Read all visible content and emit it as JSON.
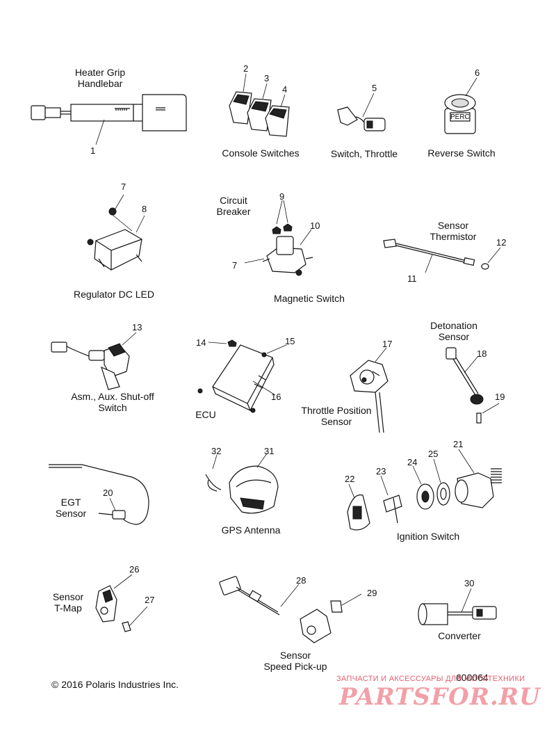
{
  "labels": {
    "heater_grip": [
      "Heater Grip",
      "Handlebar"
    ],
    "console_switches": "Console Switches",
    "switch_throttle": "Switch, Throttle",
    "reverse_switch": "Reverse Switch",
    "circuit_breaker": [
      "Circuit",
      "Breaker"
    ],
    "regulator": "Regulator DC LED",
    "magnetic_switch": "Magnetic Switch",
    "sensor_thermistor": [
      "Sensor",
      "Thermistor"
    ],
    "aux_shutoff": [
      "Asm., Aux. Shut-off",
      "Switch"
    ],
    "ecu": "ECU",
    "throttle_position": [
      "Throttle Position",
      "Sensor"
    ],
    "detonation_sensor": [
      "Detonation",
      "Sensor"
    ],
    "egt_sensor": [
      "EGT",
      "Sensor"
    ],
    "gps_antenna": "GPS Antenna",
    "ignition_switch": "Ignition Switch",
    "sensor_tmap": [
      "Sensor",
      "T-Map"
    ],
    "speed_pickup": [
      "Sensor",
      "Speed Pick-up"
    ],
    "converter": "Converter"
  },
  "part_numbers": [
    "1",
    "2",
    "3",
    "4",
    "5",
    "6",
    "7",
    "8",
    "9",
    "10",
    "11",
    "12",
    "7",
    "13",
    "14",
    "15",
    "16",
    "17",
    "18",
    "19",
    "20",
    "21",
    "22",
    "23",
    "24",
    "25",
    "26",
    "27",
    "28",
    "29",
    "30",
    "31",
    "32"
  ],
  "perc_text": "PERC",
  "copyright": "© 2016 Polaris Industries Inc.",
  "reference": "600064",
  "watermark": {
    "line1": "ЗАПЧАСТИ И АКСЕССУАРЫ ДЛЯ МОТОТЕХНИКИ",
    "logo": "PARTSFOR.RU"
  }
}
